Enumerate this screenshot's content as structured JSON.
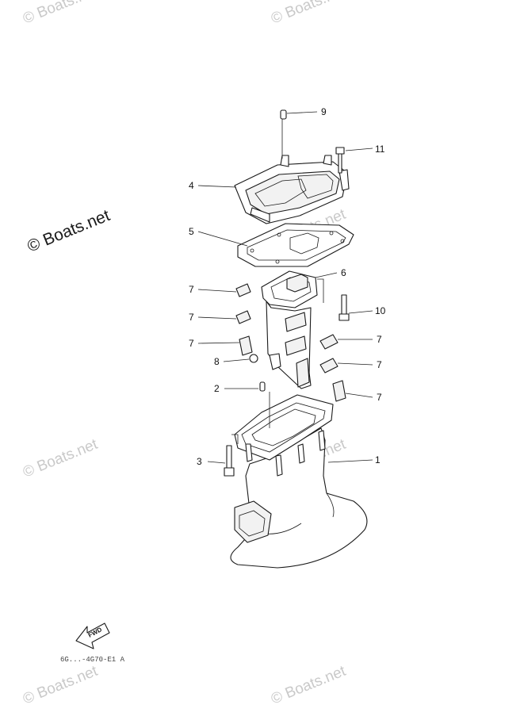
{
  "watermarks": {
    "text": "© Boats.net",
    "main": "© Boats.net"
  },
  "callouts": [
    {
      "id": "c9",
      "label": "9"
    },
    {
      "id": "c11",
      "label": "11"
    },
    {
      "id": "c4",
      "label": "4"
    },
    {
      "id": "c5",
      "label": "5"
    },
    {
      "id": "c6",
      "label": "6"
    },
    {
      "id": "c7a",
      "label": "7"
    },
    {
      "id": "c7b",
      "label": "7"
    },
    {
      "id": "c7c",
      "label": "7"
    },
    {
      "id": "c10",
      "label": "10"
    },
    {
      "id": "c7d",
      "label": "7"
    },
    {
      "id": "c8",
      "label": "8"
    },
    {
      "id": "c7e",
      "label": "7"
    },
    {
      "id": "c2",
      "label": "2"
    },
    {
      "id": "c7f",
      "label": "7"
    },
    {
      "id": "c3",
      "label": "3"
    },
    {
      "id": "c1",
      "label": "1"
    }
  ],
  "fwd_label": "FWD",
  "figure_code": "6G...-4G70-E1 A"
}
